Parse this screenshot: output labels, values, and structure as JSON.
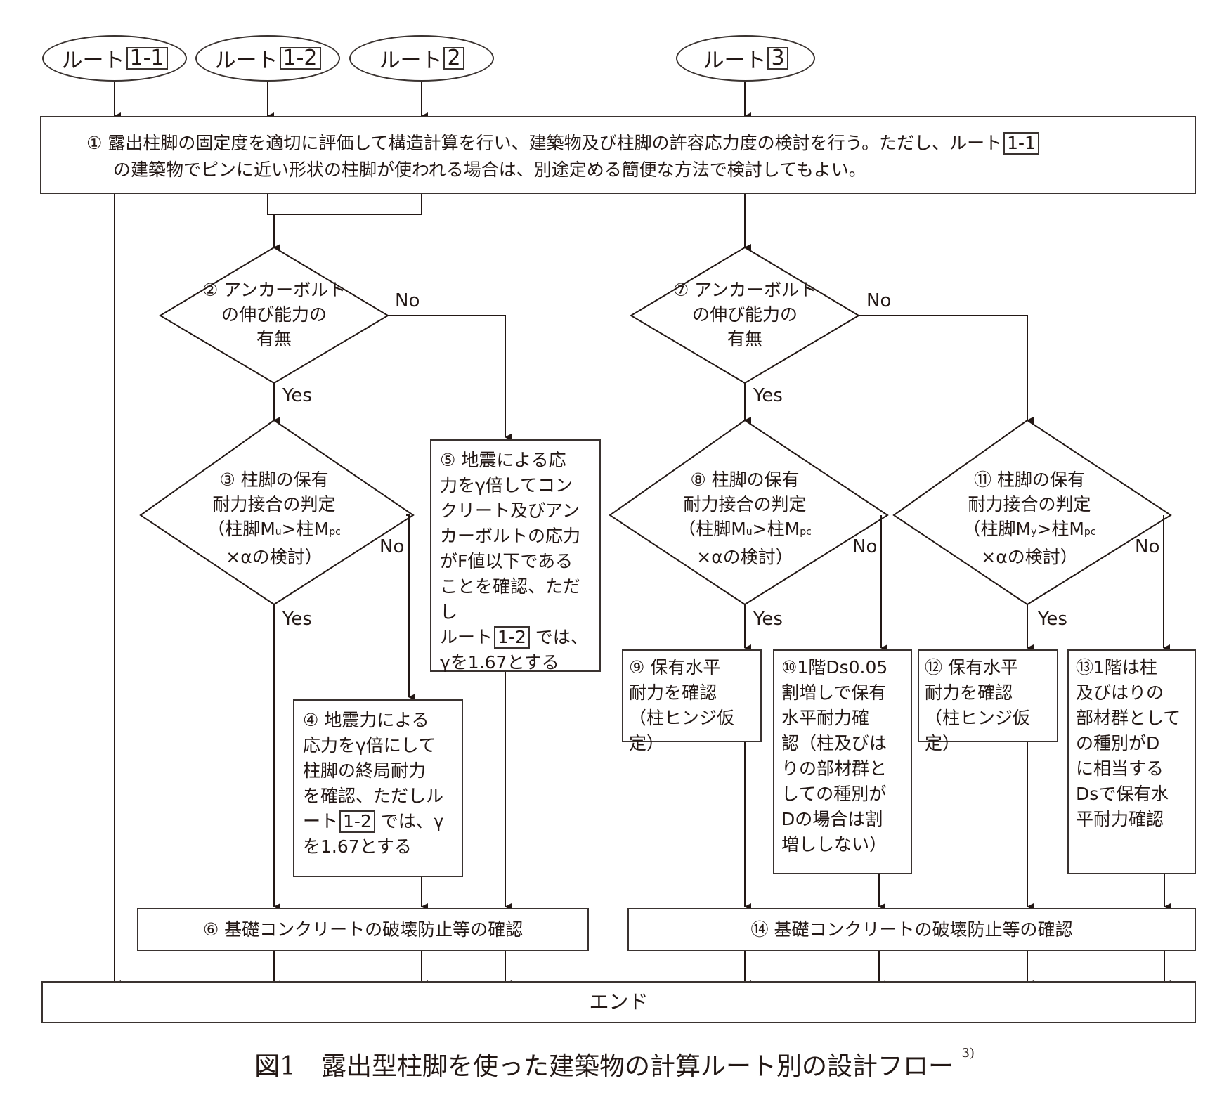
{
  "routes": [
    {
      "prefix": "ルート",
      "code": "1-1"
    },
    {
      "prefix": "ルート",
      "code": "1-2"
    },
    {
      "prefix": "ルート",
      "code": "2"
    },
    {
      "prefix": "ルート",
      "code": "3"
    }
  ],
  "step1": {
    "line1": "① 露出柱脚の固定度を適切に評価して構造計算を行い、建築物及び柱脚の許容応力度の検討を行う。ただし、ルート",
    "code": "1-1",
    "line2": "の建築物でピンに近い形状の柱脚が使われる場合は、別途定める簡便な方法で検討してもよい。"
  },
  "step2": {
    "lines": [
      "② アンカーボルト",
      "の伸び能力の",
      "有無"
    ]
  },
  "step3": {
    "lines": [
      "③ 柱脚の保有",
      "耐力接合の判定"
    ],
    "formula_a": "（柱脚M",
    "sub_a": "u",
    "formula_b": ">柱M",
    "sub_b": "pc",
    "line4": "×αの検討）"
  },
  "step4": {
    "lines": [
      "④ 地震力による",
      "応力をγ倍にして",
      "柱脚の終局耐力",
      "を確認、ただしル"
    ],
    "pre": "ート",
    "code": "1-2",
    "post": " では、γ",
    "last": "を1.67とする"
  },
  "step5": {
    "lines": [
      "⑤ 地震による応",
      "力をγ倍してコン",
      "クリート及びアン",
      "カーボルトの応力",
      "がF値以下である",
      "ことを確認、ただし"
    ],
    "pre": "ルート",
    "code": "1-2",
    "post": " では、",
    "last": "γを1.67とする"
  },
  "step6": {
    "text": "⑥ 基礎コンクリートの破壊防止等の確認"
  },
  "step7": {
    "lines": [
      "⑦ アンカーボルト",
      "の伸び能力の",
      "有無"
    ]
  },
  "step8": {
    "lines": [
      "⑧ 柱脚の保有",
      "耐力接合の判定"
    ],
    "formula_a": "（柱脚M",
    "sub_a": "u",
    "formula_b": ">柱M",
    "sub_b": "pc",
    "line4": "×αの検討）"
  },
  "step9": {
    "lines": [
      "⑨ 保有水平",
      "耐力を確認",
      "（柱ヒンジ仮定）"
    ]
  },
  "step10": {
    "lines": [
      "⑩1階Ds0.05",
      "割増しで保有",
      "水平耐力確",
      "認（柱及びは",
      "りの部材群と",
      "しての種別が",
      "Dの場合は割",
      "増ししない）"
    ]
  },
  "step11": {
    "lines": [
      "⑪ 柱脚の保有",
      "耐力接合の判定"
    ],
    "formula_a": "（柱脚M",
    "sub_a": "y",
    "formula_b": ">柱M",
    "sub_b": "pc",
    "line4": "×αの検討）"
  },
  "step12": {
    "lines": [
      "⑫ 保有水平",
      "耐力を確認",
      "（柱ヒンジ仮定）"
    ]
  },
  "step13": {
    "lines": [
      "⑬1階は柱",
      "及びはりの",
      "部材群として",
      "の種別がD",
      "に相当する",
      "Dsで保有水",
      "平耐力確認"
    ]
  },
  "step14": {
    "text": "⑭ 基礎コンクリートの破壊防止等の確認"
  },
  "end": {
    "text": "エンド"
  },
  "labels": {
    "yes": "Yes",
    "no": "No"
  },
  "caption": {
    "text": "図1　露出型柱脚を使った建築物の計算ルート別の設計フロー",
    "ref": "3)"
  }
}
